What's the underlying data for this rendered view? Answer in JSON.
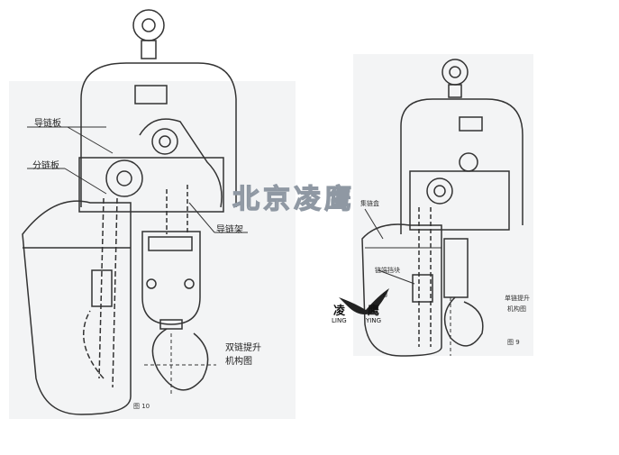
{
  "watermark": "北京凌鹰",
  "figure_left": {
    "labels": {
      "guide_plate": "导链板",
      "split_plate": "分链板",
      "guide_frame": "导链架"
    },
    "caption_line1": "双链提升",
    "caption_line2": "机构图",
    "figure_number": "图 10"
  },
  "figure_right": {
    "labels": {
      "chain_box": "集链盒",
      "end_stop": "链端挡块"
    },
    "caption_line1": "单链提升",
    "caption_line2": "机构图",
    "figure_number": "图 9"
  },
  "logo": {
    "cn1": "凌",
    "cn2": "鹰",
    "en1": "LING",
    "en2": "YING",
    "mark": "®"
  }
}
